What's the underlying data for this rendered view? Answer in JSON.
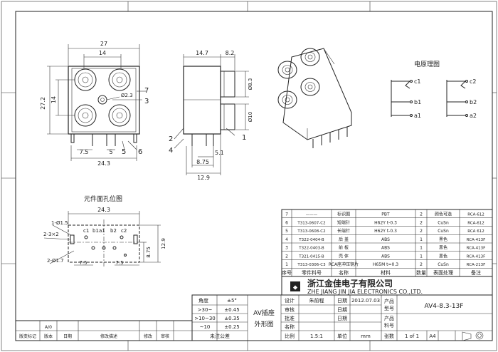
{
  "front_view": {
    "width_total": "27",
    "width_inner": "14",
    "height_total": "27.2",
    "height_inner": "14",
    "hole_dia": "Ø2.3",
    "pitch_a": "7.5",
    "pitch_b": "5",
    "bottom_width": "24.3",
    "callouts": [
      "7",
      "3",
      "5",
      "6"
    ]
  },
  "side_view": {
    "depth": "14.7",
    "shell": "8.2",
    "dia_top": "Ø8.3",
    "dia_bottom": "Ø10",
    "pin_a": "5.1",
    "pin_b": "8.75",
    "pin_c": "12.9",
    "callouts": [
      "2",
      "4",
      "1"
    ]
  },
  "schematic": {
    "title": "电原理图",
    "labels_left": [
      "c1",
      "b1",
      "a1"
    ],
    "labels_right": [
      "c2",
      "b2",
      "a2"
    ]
  },
  "footprint": {
    "title": "元件面孔位图",
    "width": "24.3",
    "d1": "1-Ø1.5",
    "d2": "2-3×2",
    "d3": "2-Ø1.7",
    "pads": [
      "c1",
      "b1",
      "a1",
      "b2",
      "c2"
    ],
    "x1": "7.5",
    "x2": "7.5",
    "y1": "8.75",
    "y2": "12.9"
  },
  "bom": {
    "rows": [
      [
        "7",
        "———",
        "标识圈",
        "PBT",
        "2",
        "颜色可选",
        "RCA-612"
      ],
      [
        "6",
        "T313-0607-C2",
        "短端针",
        "H62Y t-0.3",
        "2",
        "CuSn",
        "RCA-612"
      ],
      [
        "5",
        "T313-0608-C2",
        "长端针",
        "H62Y t-0.3",
        "2",
        "CuSn",
        "RCA 612"
      ],
      [
        "4",
        "T322-0404-B",
        "后  盖",
        "ABS",
        "1",
        "黑色",
        "RCA-413F"
      ],
      [
        "3",
        "T322-0403-B",
        "前  板",
        "ABS",
        "1",
        "黑色",
        "RCA-413F"
      ],
      [
        "2",
        "T321-0415-B",
        "壳  体",
        "ABS",
        "1",
        "黑色",
        "RCA-413F"
      ],
      [
        "1",
        "T313-0306-C3",
        "RCA座冲压铜片",
        "H65M t=0.3",
        "2",
        "CuSn",
        "RCA-213F"
      ]
    ],
    "header": [
      "序号",
      "零件料号",
      "名称",
      "材料",
      "数量",
      "表面处理",
      "备注"
    ]
  },
  "company": {
    "name": "浙江金佳电子有限公司",
    "english": "ZHE JIANG JIN JIA ELECTRONICS CO.,LTD."
  },
  "tolerance": {
    "head": [
      "角度",
      "±5°"
    ],
    "rows": [
      [
        ">30~",
        "±0.45"
      ],
      [
        ">10~30",
        "±0.35"
      ],
      [
        "~10",
        "±0.25"
      ]
    ],
    "footer": "未注公差"
  },
  "title_block": {
    "product": "AV插座外形图",
    "design_label": "设计",
    "designer": "朱前程",
    "date_label": "日期",
    "date": "2012.07.03",
    "check_label": "审核",
    "approve_label": "批准",
    "name_label": "名称",
    "scale_label": "比例",
    "scale": "1.5:1",
    "unit_label": "单位",
    "unit": "mm",
    "sheet_label": "张数",
    "sheet": "1 of 1",
    "size": "A4",
    "prod_label": "产品型号",
    "prod_code": "AV4-8.3-13F",
    "item_label": "料号"
  },
  "revision": {
    "headers": [
      "版变标记",
      "版本",
      "日期",
      "修改描述",
      "修改",
      "审核"
    ],
    "version": "A/0"
  }
}
